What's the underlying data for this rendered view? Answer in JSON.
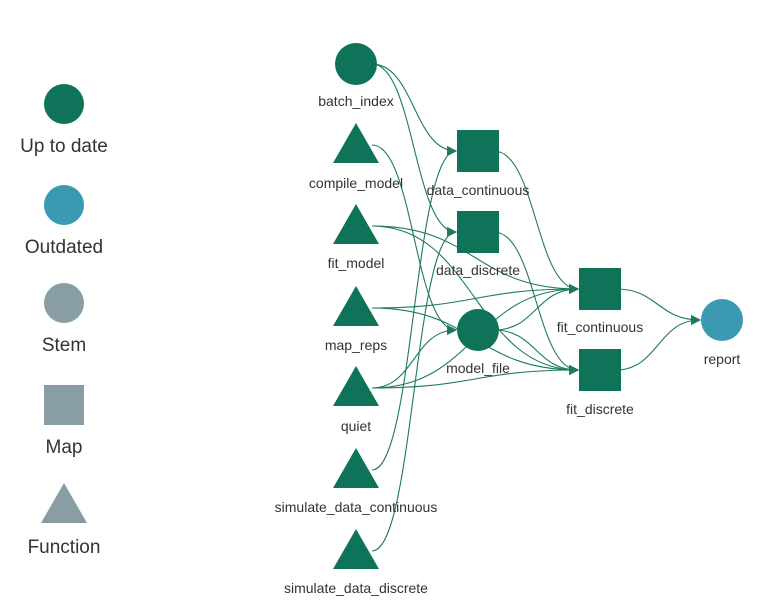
{
  "colors": {
    "up_to_date": "#0e7358",
    "outdated": "#3b9ab2",
    "stem": "#899da4",
    "edge": "#1e7a5e"
  },
  "legend": {
    "items": [
      {
        "label": "Up to date",
        "shape": "circle",
        "color": "#0e7358"
      },
      {
        "label": "Outdated",
        "shape": "circle",
        "color": "#3b9ab2"
      },
      {
        "label": "Stem",
        "shape": "circle",
        "color": "#899da4"
      },
      {
        "label": "Map",
        "shape": "square",
        "color": "#899da4"
      },
      {
        "label": "Function",
        "shape": "triangle",
        "color": "#899da4"
      }
    ]
  },
  "graph": {
    "nodes": [
      {
        "id": "batch_index",
        "label": "batch_index",
        "shape": "circle",
        "status": "up_to_date"
      },
      {
        "id": "compile_model",
        "label": "compile_model",
        "shape": "triangle",
        "status": "up_to_date"
      },
      {
        "id": "fit_model",
        "label": "fit_model",
        "shape": "triangle",
        "status": "up_to_date"
      },
      {
        "id": "map_reps",
        "label": "map_reps",
        "shape": "triangle",
        "status": "up_to_date"
      },
      {
        "id": "quiet",
        "label": "quiet",
        "shape": "triangle",
        "status": "up_to_date"
      },
      {
        "id": "simulate_data_continuous",
        "label": "simulate_data_continuous",
        "shape": "triangle",
        "status": "up_to_date"
      },
      {
        "id": "simulate_data_discrete",
        "label": "simulate_data_discrete",
        "shape": "triangle",
        "status": "up_to_date"
      },
      {
        "id": "data_continuous",
        "label": "data_continuous",
        "shape": "square",
        "status": "up_to_date"
      },
      {
        "id": "data_discrete",
        "label": "data_discrete",
        "shape": "square",
        "status": "up_to_date"
      },
      {
        "id": "model_file",
        "label": "model_file",
        "shape": "circle",
        "status": "up_to_date"
      },
      {
        "id": "fit_continuous",
        "label": "fit_continuous",
        "shape": "square",
        "status": "up_to_date"
      },
      {
        "id": "fit_discrete",
        "label": "fit_discrete",
        "shape": "square",
        "status": "up_to_date"
      },
      {
        "id": "report",
        "label": "report",
        "shape": "circle",
        "status": "outdated"
      }
    ],
    "edges": [
      {
        "from": "batch_index",
        "to": "data_continuous"
      },
      {
        "from": "batch_index",
        "to": "data_discrete"
      },
      {
        "from": "compile_model",
        "to": "model_file"
      },
      {
        "from": "fit_model",
        "to": "fit_continuous"
      },
      {
        "from": "fit_model",
        "to": "fit_discrete"
      },
      {
        "from": "map_reps",
        "to": "fit_continuous"
      },
      {
        "from": "map_reps",
        "to": "fit_discrete"
      },
      {
        "from": "quiet",
        "to": "model_file"
      },
      {
        "from": "quiet",
        "to": "fit_continuous"
      },
      {
        "from": "quiet",
        "to": "fit_discrete"
      },
      {
        "from": "simulate_data_continuous",
        "to": "data_continuous"
      },
      {
        "from": "simulate_data_discrete",
        "to": "data_discrete"
      },
      {
        "from": "data_continuous",
        "to": "fit_continuous"
      },
      {
        "from": "data_discrete",
        "to": "fit_discrete"
      },
      {
        "from": "model_file",
        "to": "fit_continuous"
      },
      {
        "from": "model_file",
        "to": "fit_discrete"
      },
      {
        "from": "fit_continuous",
        "to": "report"
      },
      {
        "from": "fit_discrete",
        "to": "report"
      }
    ]
  }
}
